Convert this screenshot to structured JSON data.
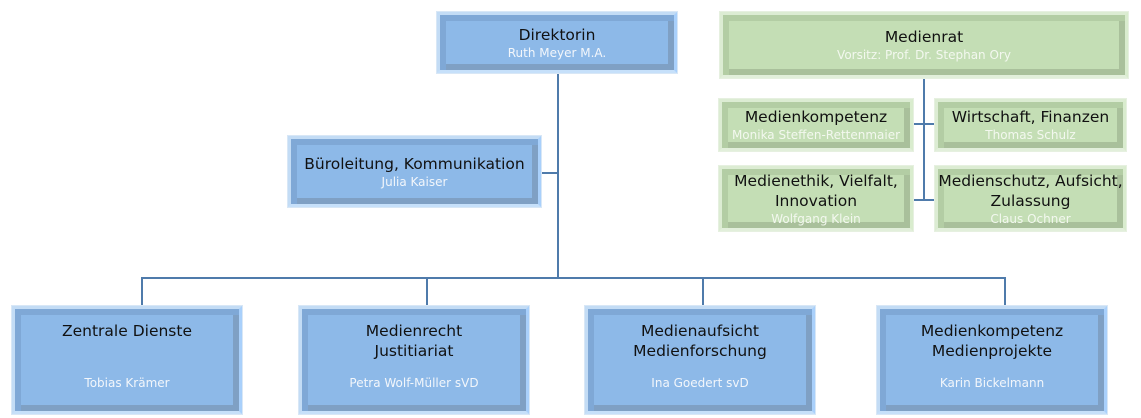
{
  "chart": {
    "director": {
      "title": "Direktorin",
      "name": "Ruth Meyer M.A."
    },
    "staff": {
      "title": "Büroleitung, Kommunikation",
      "name": "Julia Kaiser"
    },
    "departments": [
      {
        "title_lines": [
          "Zentrale Dienste"
        ],
        "name": "Tobias Krämer"
      },
      {
        "title_lines": [
          "Medienrecht",
          "Justitiariat"
        ],
        "name": "Petra Wolf-Müller sVD"
      },
      {
        "title_lines": [
          "Medienaufsicht",
          "Medienforschung"
        ],
        "name": "Ina Goedert svD"
      },
      {
        "title_lines": [
          "Medienkompetenz",
          "Medienprojekte"
        ],
        "name": "Karin Bickelmann"
      }
    ],
    "council": {
      "title": "Medienrat",
      "chair": "Vorsitz: Prof. Dr. Stephan Ory",
      "committees": [
        {
          "title_lines": [
            "Medienkompetenz"
          ],
          "name": "Monika Steffen-Rettenmaier"
        },
        {
          "title_lines": [
            "Wirtschaft, Finanzen"
          ],
          "name": "Thomas Schulz"
        },
        {
          "title_lines": [
            "Medienethik, Vielfalt,",
            "Innovation"
          ],
          "name": "Wolfgang Klein"
        },
        {
          "title_lines": [
            "Medienschutz, Aufsicht,",
            "Zulassung"
          ],
          "name": "Claus Ochner"
        }
      ]
    }
  },
  "colors": {
    "blue_box": "#8db9e8",
    "green_box": "#c4deb5",
    "connector": "#4f7bab"
  }
}
